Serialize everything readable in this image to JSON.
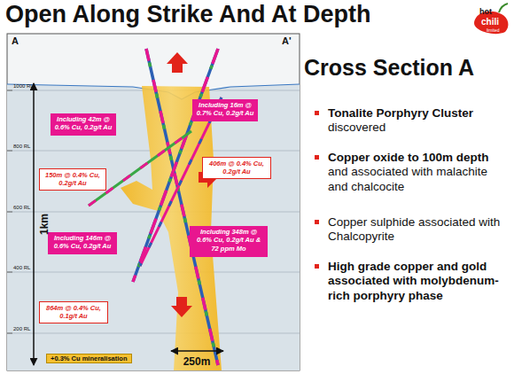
{
  "diagram": {
    "title": "Open Along Strike And At Depth",
    "nodes": [
      {
        "text": [
          "Including 42m @ 0.6% Cu, 0.2g/t Au"
        ]
      },
      {
        "text": [
          "Including 16m @ 0.7% Cu, 0.2g/t Au"
        ]
      },
      {
        "text": [
          "150m @ 0.4% Cu, 0.2g/t Au"
        ]
      },
      {
        "text": [
          "406m @ 0.4% Cu, 0.2g/t Au"
        ]
      },
      {
        "text": [
          "Including 146m @ 0.6% Cu, 0.2g/t Au"
        ]
      },
      {
        "text": [
          "Including 348m @ 0.6% Cu, 0.2g/t Au & 72 ppm Mo"
        ]
      },
      {
        "text": [
          "864m @ 0.4% Cu, 0.1g/t Au"
        ]
      }
    ],
    "labels": [
      "A",
      "A'",
      "1000 RL",
      "800 RL",
      "600 RL",
      "400 RL",
      "200 RL",
      "1km",
      "250m",
      "Cross Section A",
      "Tonalite Porphyry Cluster",
      "discovered",
      "Copper oxide to 100m depth",
      "and associated with malachite and chalcocite",
      "Copper sulphide associated with Chalcopyrite",
      "High grade copper and gold associated with molybdenum-rich porphyry phase",
      "hot",
      "chili",
      "limited"
    ],
    "legend": [
      {
        "text": "+0.3% Cu mineralisation",
        "color": "#f5c030"
      }
    ]
  }
}
